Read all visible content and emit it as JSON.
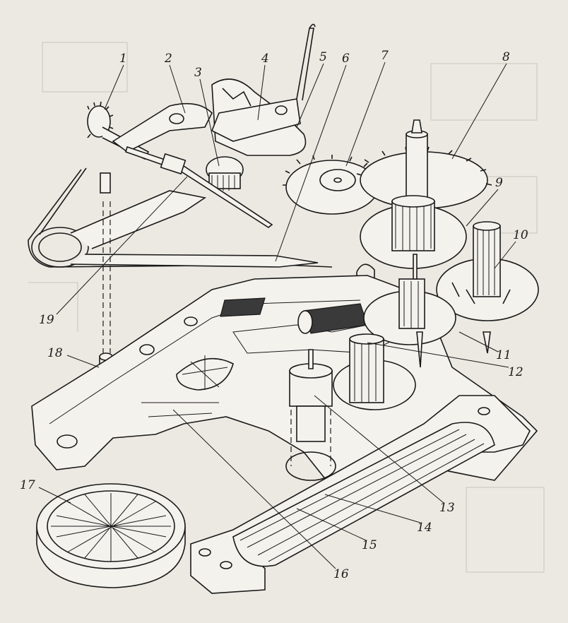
{
  "diagram": {
    "callouts": [
      {
        "id": "1",
        "text": "1"
      },
      {
        "id": "2",
        "text": "2"
      },
      {
        "id": "3",
        "text": "3"
      },
      {
        "id": "4",
        "text": "4"
      },
      {
        "id": "5",
        "text": "5"
      },
      {
        "id": "6",
        "text": "6"
      },
      {
        "id": "7",
        "text": "7"
      },
      {
        "id": "8",
        "text": "8"
      },
      {
        "id": "9",
        "text": "9"
      },
      {
        "id": "10",
        "text": "10"
      },
      {
        "id": "11",
        "text": "11"
      },
      {
        "id": "12",
        "text": "12"
      },
      {
        "id": "13",
        "text": "13"
      },
      {
        "id": "14",
        "text": "14"
      },
      {
        "id": "15",
        "text": "15"
      },
      {
        "id": "16",
        "text": "16"
      },
      {
        "id": "17",
        "text": "17"
      },
      {
        "id": "18",
        "text": "18"
      },
      {
        "id": "19",
        "text": "19"
      }
    ],
    "colors": {
      "paper": "#ece9e2",
      "ink": "#1a1a1a",
      "part_fill": "#f4f2ed"
    }
  }
}
